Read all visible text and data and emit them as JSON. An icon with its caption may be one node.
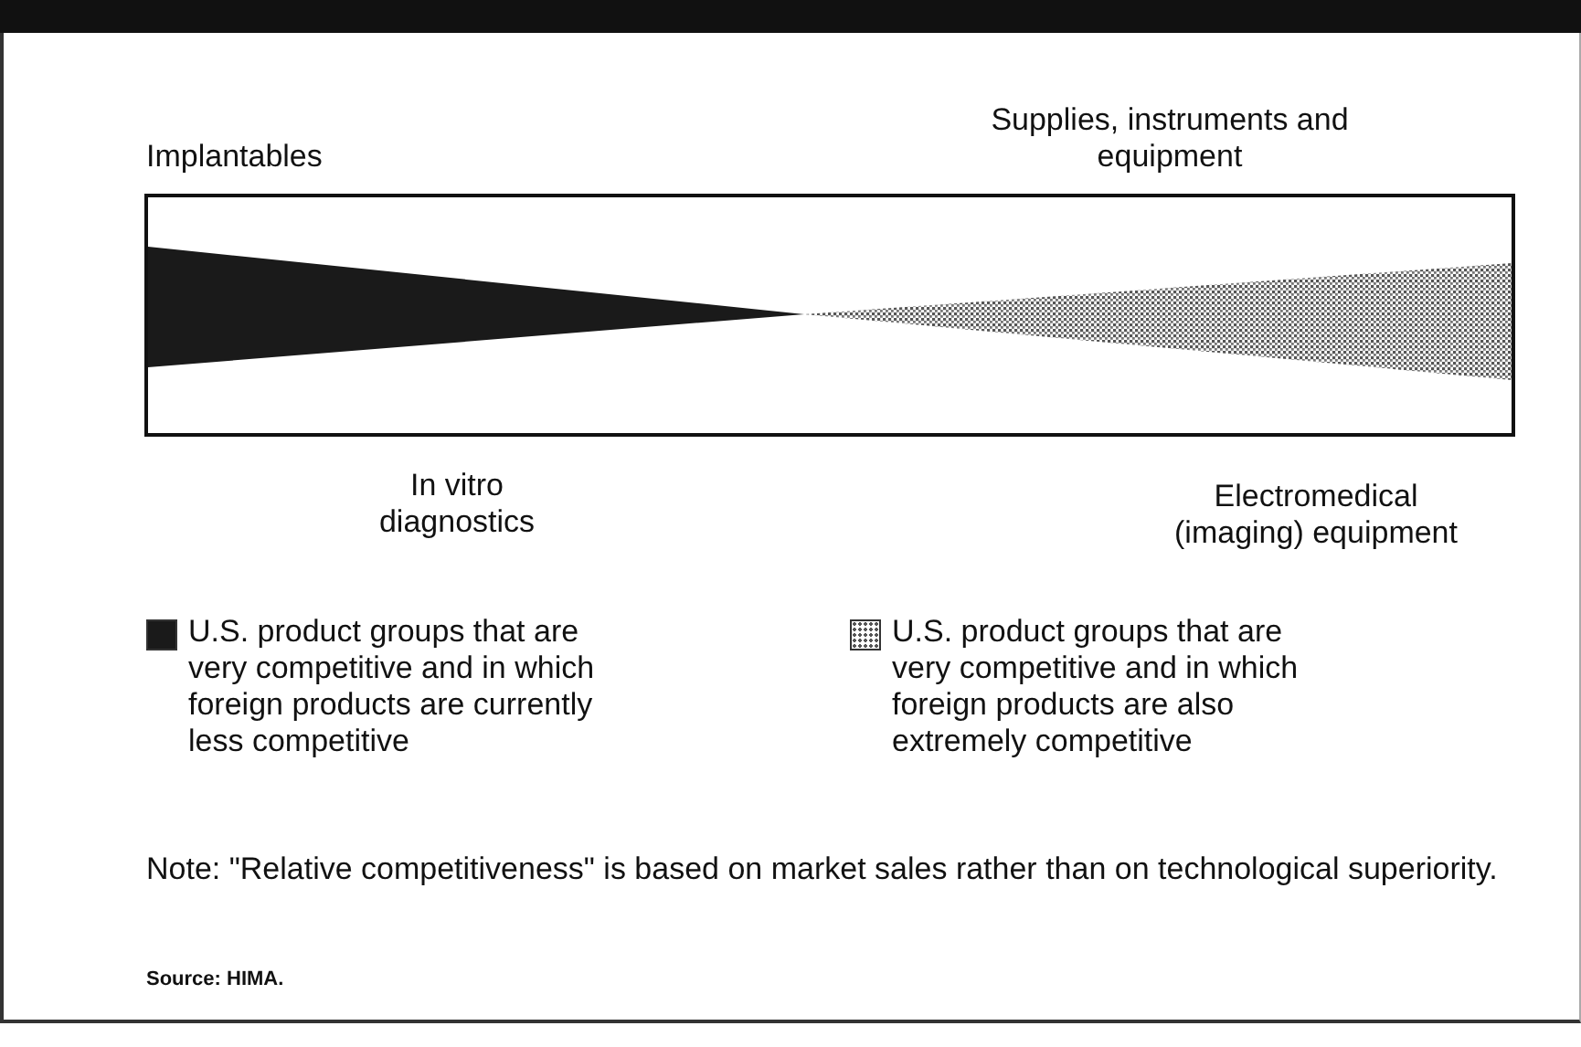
{
  "diagram": {
    "labels": [
      "Implantables",
      "Supplies, instruments and equipment",
      "In vitro diagnostics",
      "Electromedical (imaging) equipment",
      "Note: \"Relative competitiveness\" is based on market sales rather than on technological superiority.",
      "Source: HIMA."
    ],
    "legend": [
      {
        "text": "U.S. product groups that are very competitive and in which foreign products are currently less competitive",
        "color": "#1a1a1a"
      },
      {
        "text": "U.S. product groups that are very competitive and in which foreign products are also extremely competitive"
      }
    ]
  }
}
